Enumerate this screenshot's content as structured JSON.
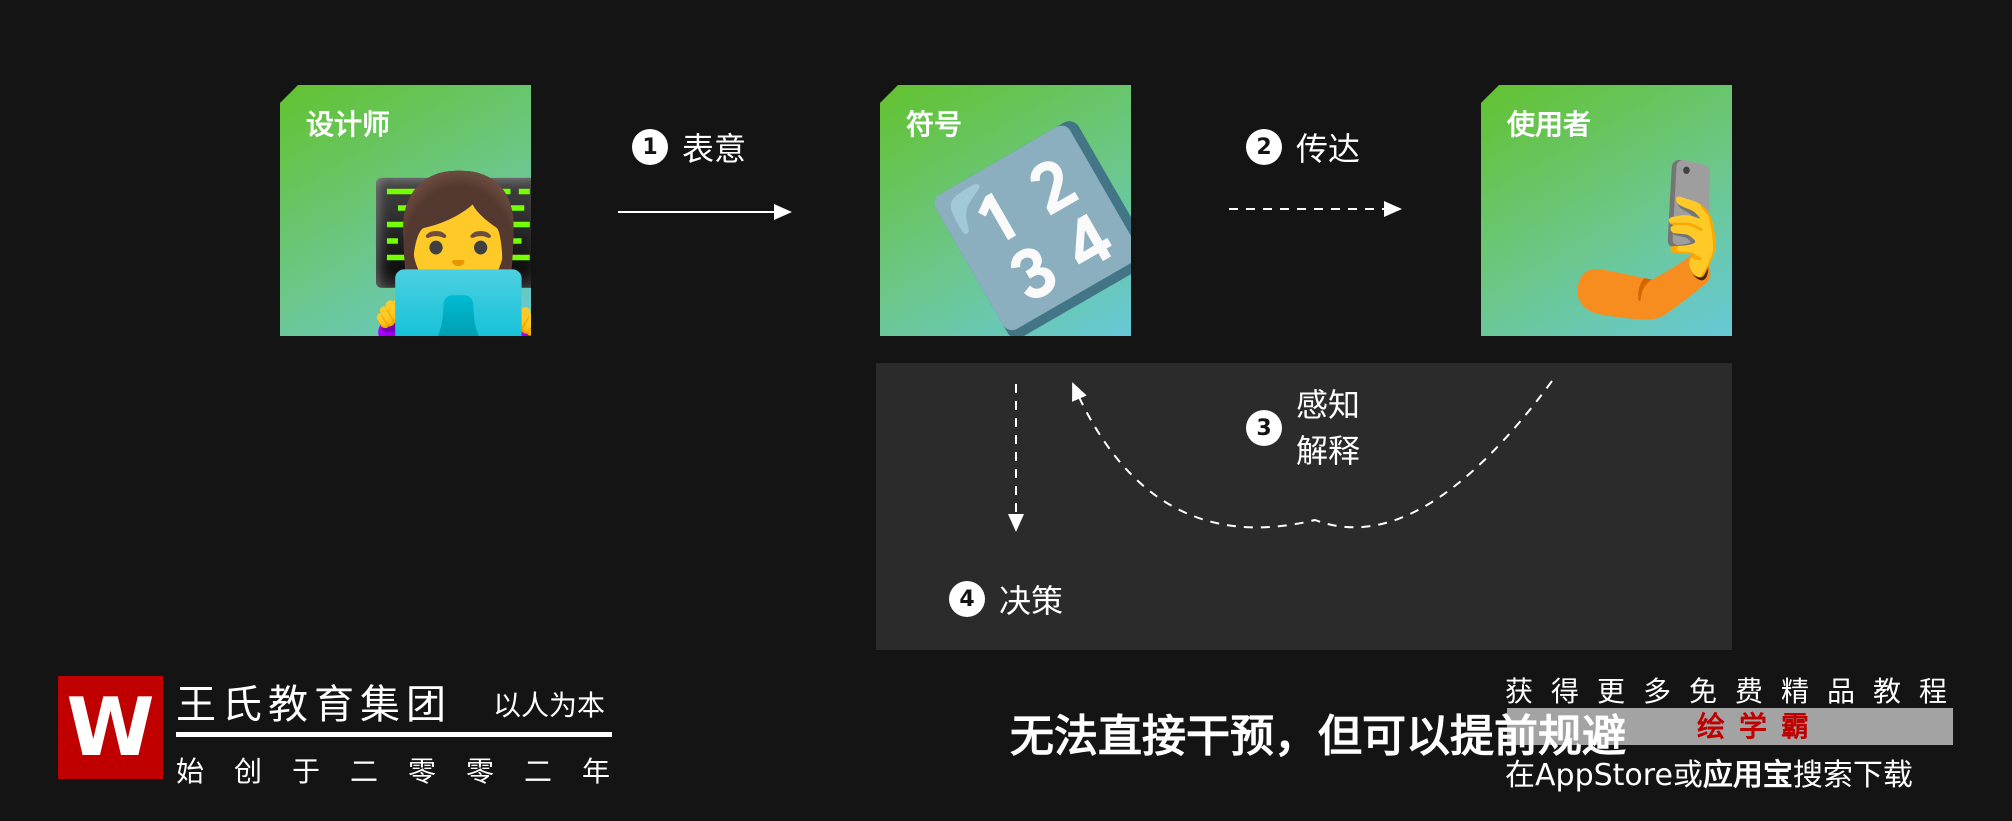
{
  "cards": [
    {
      "label": "设计师",
      "icon": "woman-with-laptop-emoji"
    },
    {
      "label": "符号",
      "icon": "input-numbers-symbols-emoji"
    },
    {
      "label": "使用者",
      "icon": "hand-holding-phone-emoji"
    }
  ],
  "steps": [
    {
      "num": "1",
      "label": "表意"
    },
    {
      "num": "2",
      "label": "传达"
    },
    {
      "num": "3",
      "label_line1": "感知",
      "label_line2": "解释"
    },
    {
      "num": "4",
      "label": "决策"
    }
  ],
  "footer": {
    "brand": "王氏教育集团",
    "motto": "以人为本",
    "founded": "始创于二零零二年",
    "headline": "无法直接干预，但可以提前规避",
    "promo_top": "获得更多免费精品教程",
    "promo_app": "绘学霸",
    "promo_bottom_pre": "在AppStore或",
    "promo_bottom_bold": "应用宝",
    "promo_bottom_post": "搜索下载"
  },
  "colors": {
    "background": "#141414",
    "panel": "#2b2b2b",
    "logo_red": "#c00000",
    "promo_red": "#c00000"
  }
}
